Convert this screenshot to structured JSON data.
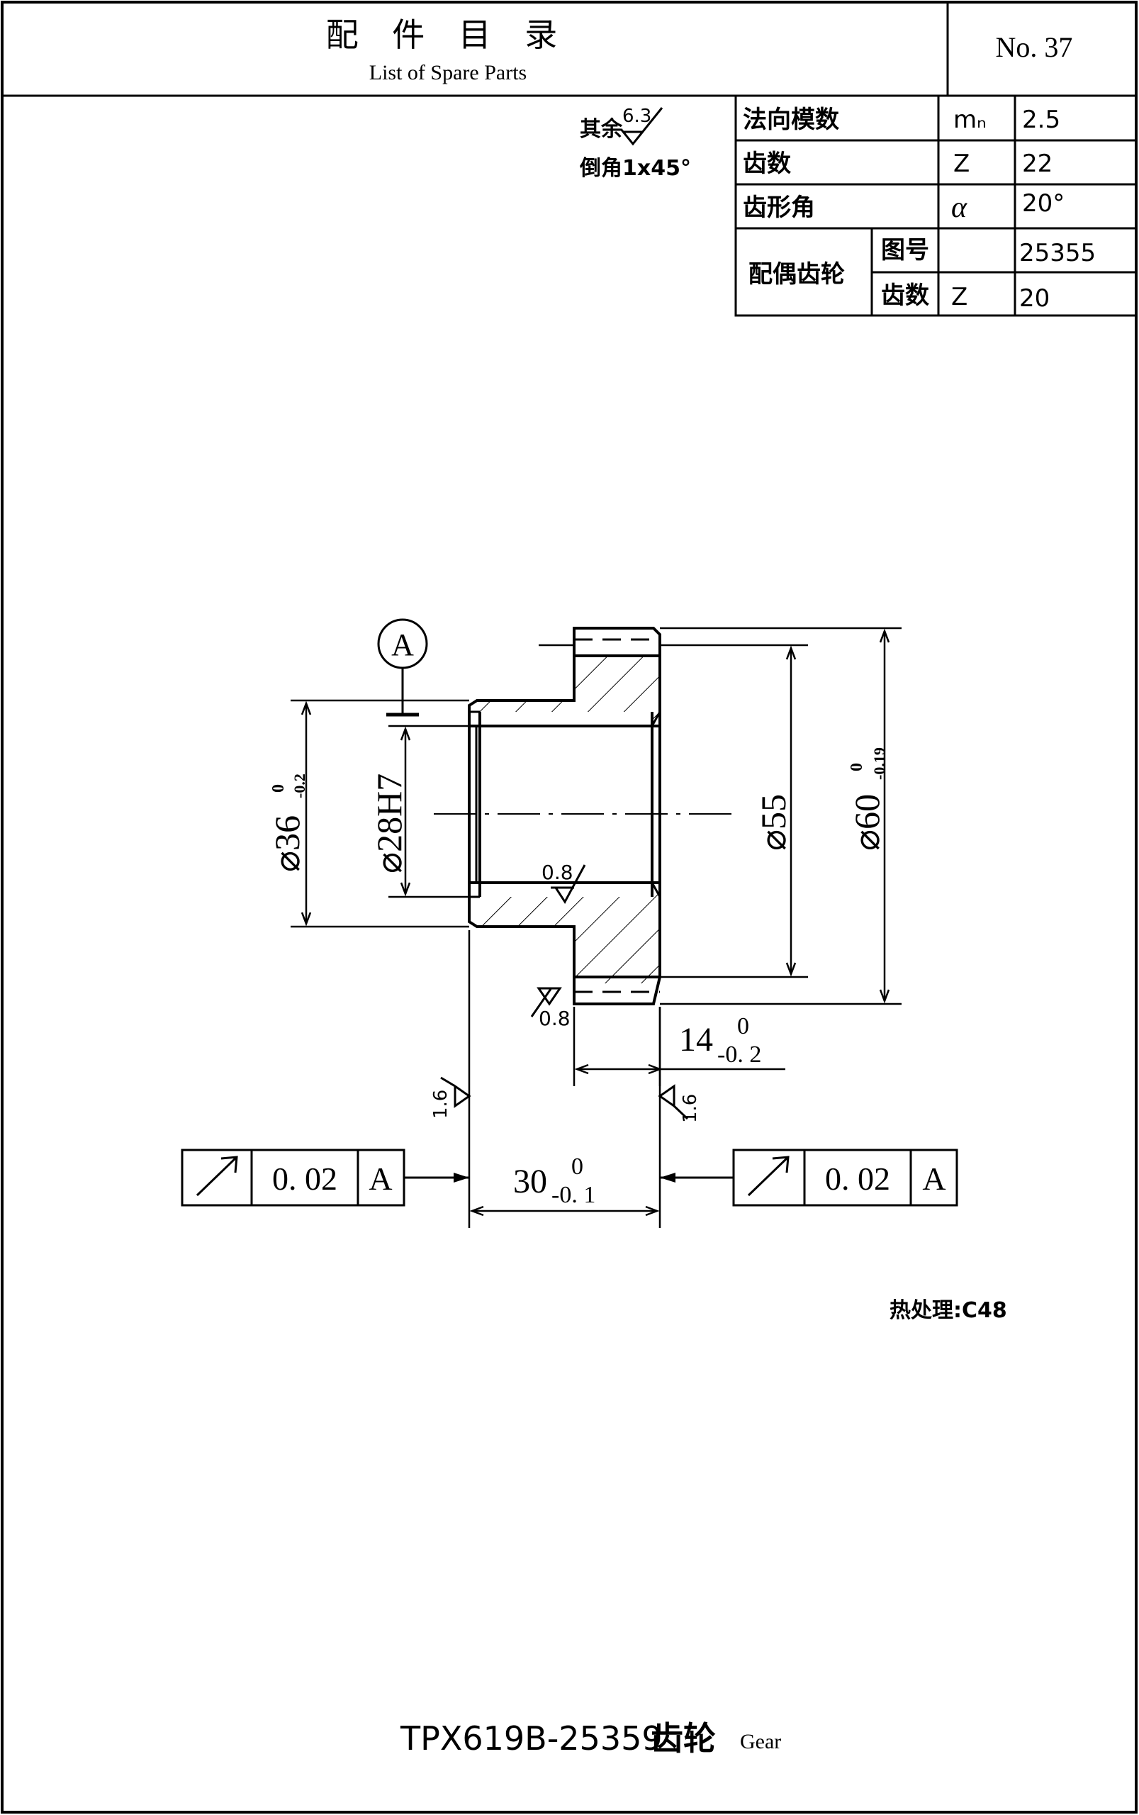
{
  "header": {
    "title_cn": "配 件 目 录",
    "title_en": "List of Spare Parts",
    "page_no": "No. 37"
  },
  "notes": {
    "other_prefix": "其余",
    "other_roughness": "6.3",
    "chamfer": "倒角1x45°",
    "heat_treatment": "热处理:C48"
  },
  "gear_table": {
    "rows": [
      {
        "label": "法向模数",
        "symbol": "mₙ",
        "value": "2.5"
      },
      {
        "label": "齿数",
        "symbol": "Z",
        "value": "22"
      },
      {
        "label": "齿形角",
        "symbol": "α",
        "value": "20°"
      }
    ],
    "mating": {
      "label": "配偶齿轮",
      "rows": [
        {
          "sublabel": "图号",
          "symbol": "",
          "value": "25355"
        },
        {
          "sublabel": "齿数",
          "symbol": "Z",
          "value": "20"
        }
      ]
    }
  },
  "dimensions": {
    "datum": "A",
    "d36_main": "36",
    "d36_upper": "0",
    "d36_lower": "-0.2",
    "d28": "28H7",
    "d55": "55",
    "d60_main": "60",
    "d60_upper": "0",
    "d60_lower": "-0.19",
    "len14_main": "14",
    "len14_upper": "0",
    "len14_lower": "-0. 2",
    "len30_main": "30",
    "len30_upper": "0",
    "len30_lower": "-0. 1",
    "rough_bore": "0.8",
    "rough_teeth": "0.8",
    "rough_face_left": "1.6",
    "rough_face_right": "1.6",
    "diameter_symbol": "⌀"
  },
  "tolerances": [
    {
      "symbol_icon": "circular-runout-icon",
      "value": "0. 02",
      "datum": "A"
    },
    {
      "symbol_icon": "circular-runout-icon",
      "value": "0. 02",
      "datum": "A"
    }
  ],
  "footer": {
    "part_number": "TPX619B-25359",
    "part_name_cn": "齿轮",
    "part_name_en": "Gear"
  }
}
